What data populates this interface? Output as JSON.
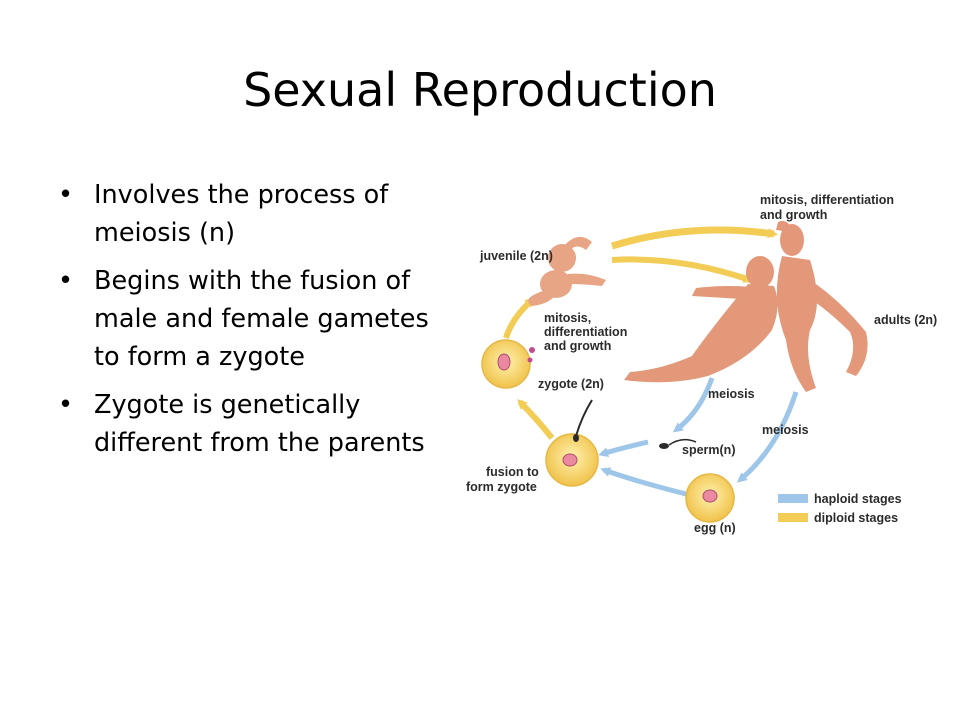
{
  "slide": {
    "title": "Sexual Reproduction",
    "bullets": [
      "Involves the process of meiosis (n)",
      "Begins with the fusion of male and female gametes to form a zygote",
      "Zygote is genetically different from the parents"
    ]
  },
  "diagram": {
    "labels": {
      "mitosis_top_line1": "mitosis, differentiation",
      "mitosis_top_line2": "and growth",
      "juvenile": "juvenile (2n)",
      "mitosis_left_line1": "mitosis,",
      "mitosis_left_line2": "differentiation",
      "mitosis_left_line3": "and growth",
      "adults": "adults (2n)",
      "zygote": "zygote (2n)",
      "meiosis_center": "meiosis",
      "meiosis_right": "meiosis",
      "sperm": "sperm(n)",
      "fusion_line1": "fusion to",
      "fusion_line2": "form zygote",
      "egg": "egg (n)"
    },
    "legend": {
      "haploid": "haploid stages",
      "diploid": "diploid stages"
    },
    "colors": {
      "haploid": "#9ec6e8",
      "diploid": "#f2cc55",
      "skin": "#e8a585",
      "cell": "#f6d46a"
    }
  }
}
